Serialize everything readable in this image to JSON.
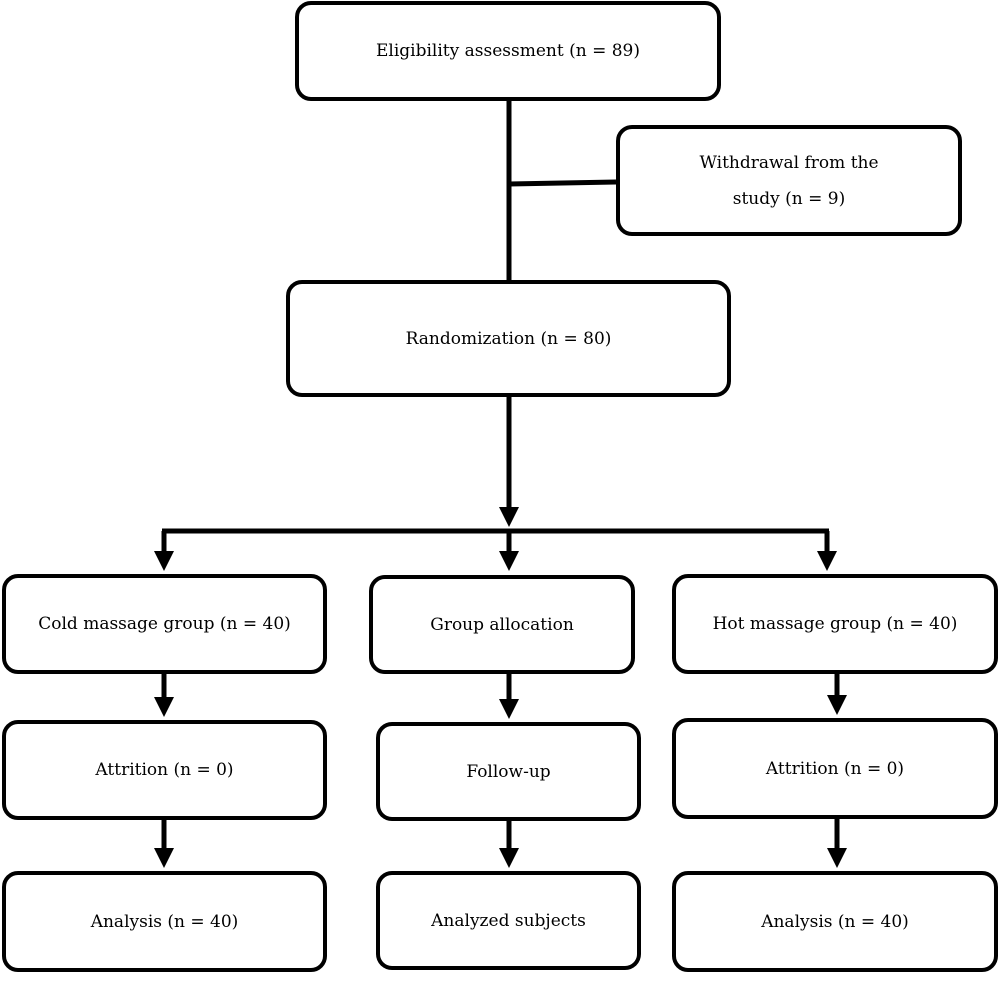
{
  "boxes": {
    "eligibility": "Eligibility assessment (n = 89)",
    "withdrawal_line1": "Withdrawal from the",
    "withdrawal_line2": "study (n = 9)",
    "randomization": "Randomization (n = 80)",
    "cold_group": "Cold massage group (n = 40)",
    "group_allocation": "Group allocation",
    "hot_group": "Hot massage group (n  = 40)",
    "attrition_cold": "Attrition (n = 0)",
    "follow_up": "Follow-up",
    "attrition_hot": "Attrition (n = 0)",
    "analysis_cold": "Analysis (n = 40)",
    "analyzed_subjects": "Analyzed subjects",
    "analysis_hot": "Analysis (n = 40)"
  },
  "colors": {
    "line": "#000000",
    "box_border": "#000000",
    "background": "#ffffff"
  }
}
